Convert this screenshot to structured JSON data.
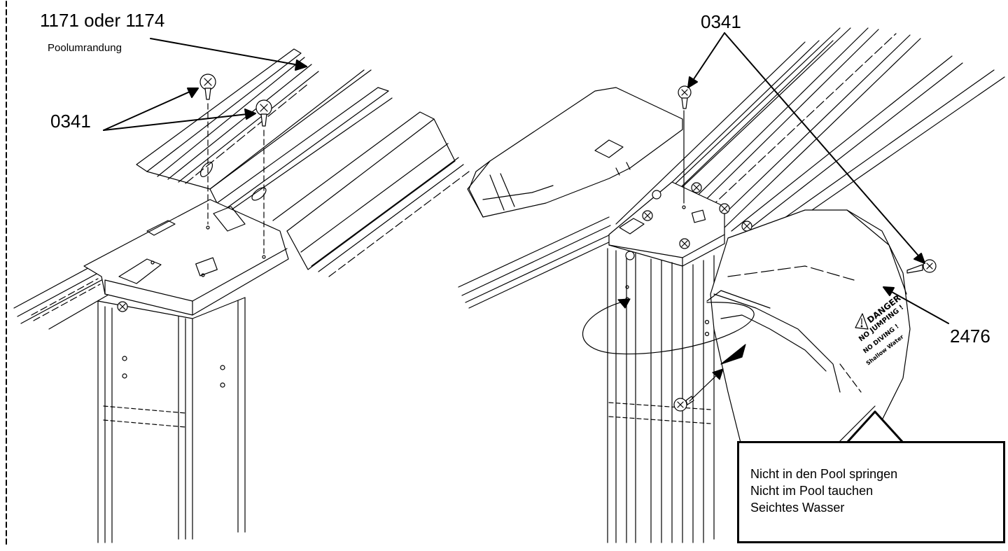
{
  "labels": {
    "left_part_number": "1171 oder 1174",
    "left_part_caption": "Poolumrandung",
    "left_screw": "0341",
    "right_screw": "0341",
    "right_cap": "2476"
  },
  "warning_cap": {
    "line1": "DANGER",
    "line2": "NO JUMPING !",
    "line3": "NO DIVING !",
    "line4": "Shallow Water"
  },
  "note": {
    "line1": "Nicht in den Pool springen",
    "line2": "Nicht im Pool tauchen",
    "line3": "Seichtes Wasser"
  }
}
